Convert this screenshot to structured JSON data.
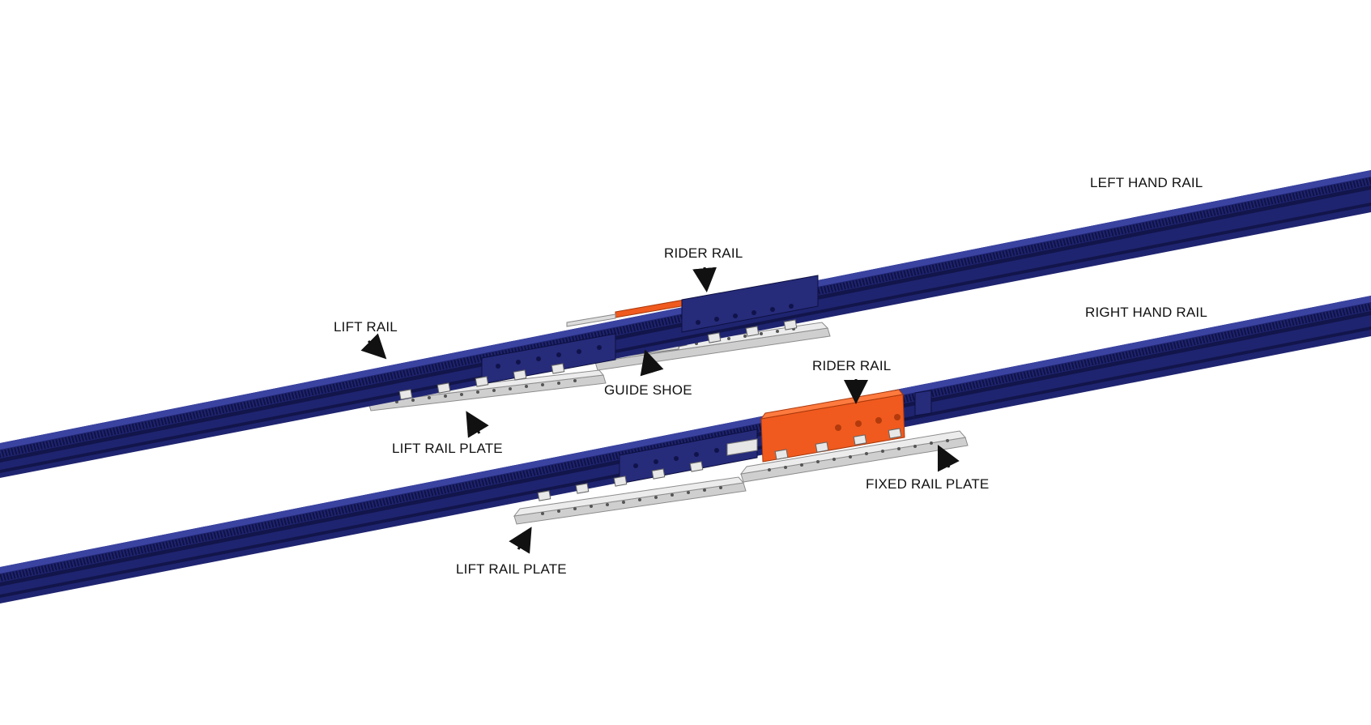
{
  "labels": {
    "left_hand_rail": "LEFT HAND RAIL",
    "right_hand_rail": "RIGHT HAND RAIL",
    "rider_rail_top": "RIDER RAIL",
    "rider_rail_bottom": "RIDER RAIL",
    "lift_rail": "LIFT RAIL",
    "guide_shoe": "GUIDE SHOE",
    "lift_rail_plate_top": "LIFT RAIL PLATE",
    "lift_rail_plate_bottom": "LIFT RAIL PLATE",
    "fixed_rail_plate": "FIXED RAIL PLATE"
  },
  "colors": {
    "rail": "#1f2470",
    "rail_dark": "#12154a",
    "rail_light": "#3a43a0",
    "rider": "#f05a1e",
    "rider_dark": "#c9410e",
    "plate": "#e4e4e4",
    "plate_edge": "#9a9a9a"
  }
}
